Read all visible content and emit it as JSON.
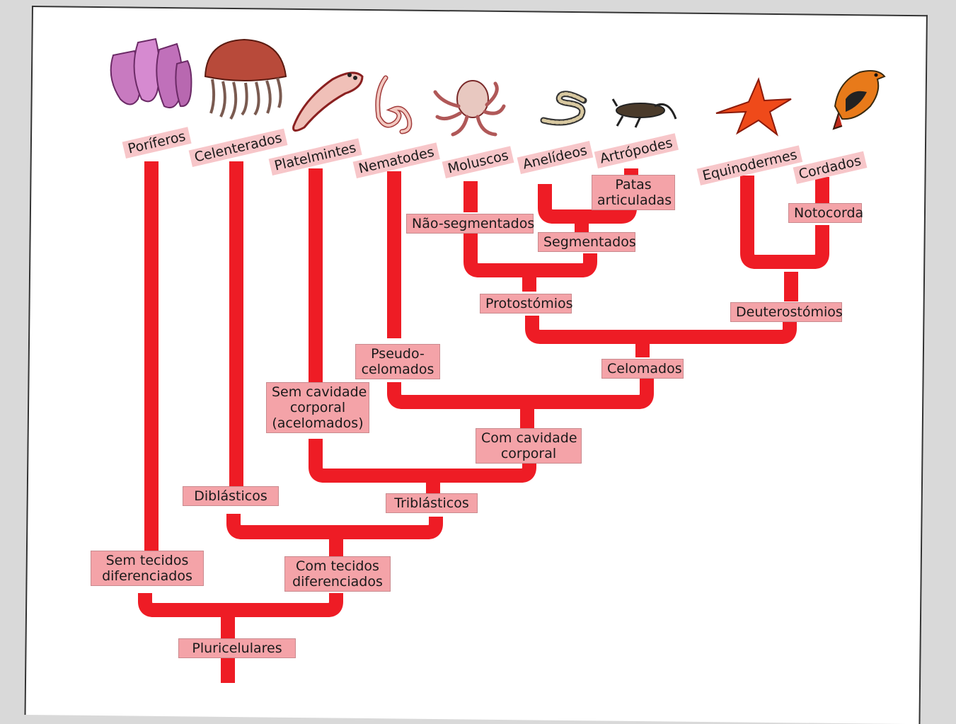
{
  "taxa": {
    "poriferos": "Poríferos",
    "celenterados": "Celenterados",
    "platelmintes": "Platelmintes",
    "nematodes": "Nematodes",
    "moluscos": "Moluscos",
    "anelideos": "Anelídeos",
    "artropodes": "Artrópodes",
    "equinodermes": "Equinodermes",
    "cordados": "Cordados"
  },
  "characters": {
    "patas_articuladas_1": "Patas",
    "patas_articuladas_2": "articuladas",
    "notocorda": "Notocorda",
    "nao_segmentados": "Não-segmentados",
    "segmentados": "Segmentados",
    "protostomios": "Protostómios",
    "deuterostomios": "Deuterostómios",
    "pseudo_1": "Pseudo-",
    "pseudo_2": "celomados",
    "celomados": "Celomados",
    "sem_cavidade_1": "Sem cavidade",
    "sem_cavidade_2": "corporal",
    "sem_cavidade_3": "(acelomados)",
    "com_cavidade_1": "Com cavidade",
    "com_cavidade_2": "corporal",
    "diblasticos": "Diblásticos",
    "triblasticos": "Triblásticos",
    "sem_tecidos_1": "Sem tecidos",
    "sem_tecidos_2": "diferenciados",
    "com_tecidos_1": "Com tecidos",
    "com_tecidos_2": "diferenciados",
    "pluricelulares": "Pluricelulares"
  },
  "colors": {
    "branch": "#ee1c25",
    "label_fill": "#f4a3a8"
  },
  "icons": [
    "sponge-icon",
    "jellyfish-icon",
    "flatworm-icon",
    "roundworm-icon",
    "octopus-icon",
    "earthworm-icon",
    "grasshopper-icon",
    "starfish-icon",
    "bird-icon"
  ]
}
